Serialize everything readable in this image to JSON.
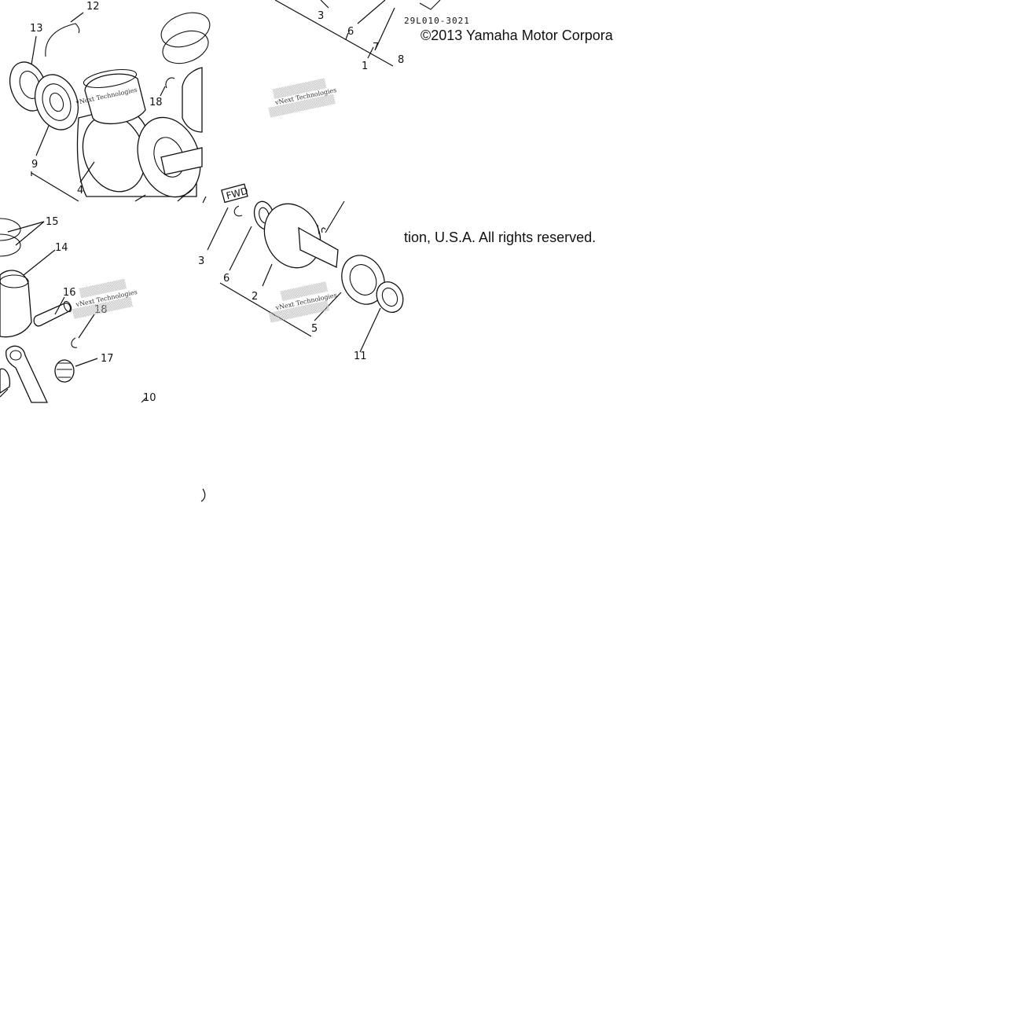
{
  "diagram": {
    "drawing_code": "29L010-3021",
    "copyright_part1": "©2013 Yamaha Motor Corpora",
    "copyright_part2": "tion, U.S.A. All rights reserved.",
    "fwd_mark": "FWD",
    "watermark_text": "vNext Technologies",
    "callouts": {
      "c1": "1",
      "c2": "2",
      "c3": "3",
      "c4": "4",
      "c5": "5",
      "c6a": "6",
      "c6b": "6",
      "c7": "7",
      "c8": "8",
      "c9": "9",
      "c10": "10",
      "c11": "11",
      "c12": "12",
      "c13": "13",
      "c14": "14",
      "c15": "15",
      "c16": "16",
      "c17": "17",
      "c18a": "18",
      "c18b": "18",
      "c3b": "3"
    }
  }
}
